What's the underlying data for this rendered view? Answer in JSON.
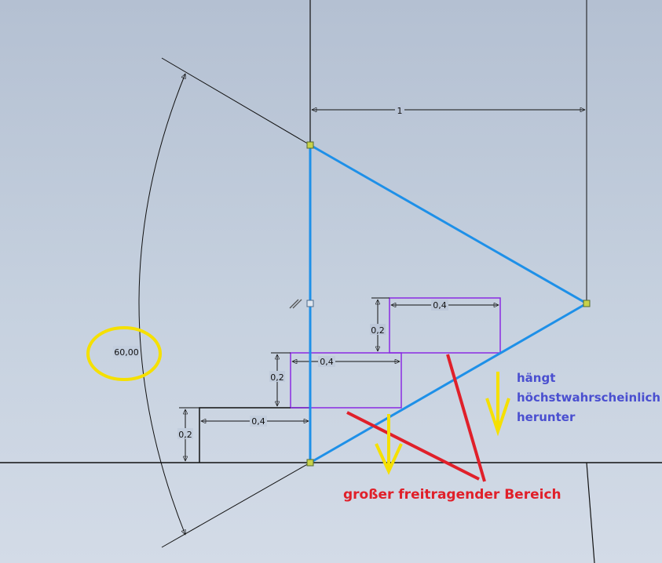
{
  "dimensions": {
    "top_width": "1",
    "upper_step_width": "0,4",
    "upper_step_height": "0,2",
    "middle_step_width": "0,4",
    "middle_step_height": "0,2",
    "lower_step_width": "0,4",
    "lower_step_height": "0,2",
    "angle": "60,00"
  },
  "annotations": {
    "hang_note": [
      "hängt",
      "höchstwahrscheinlich",
      "herunter"
    ],
    "cantilever_note": "großer freitragender Bereich"
  },
  "colors": {
    "triangle": "#1e90e8",
    "steps_purple": "#8a2be2",
    "sketch_line": "#111111",
    "highlight_yellow": "#f5e000",
    "mark_red": "#e0202a",
    "note_blue": "#4a4fd0",
    "point_marker": "#8a9a3a"
  }
}
